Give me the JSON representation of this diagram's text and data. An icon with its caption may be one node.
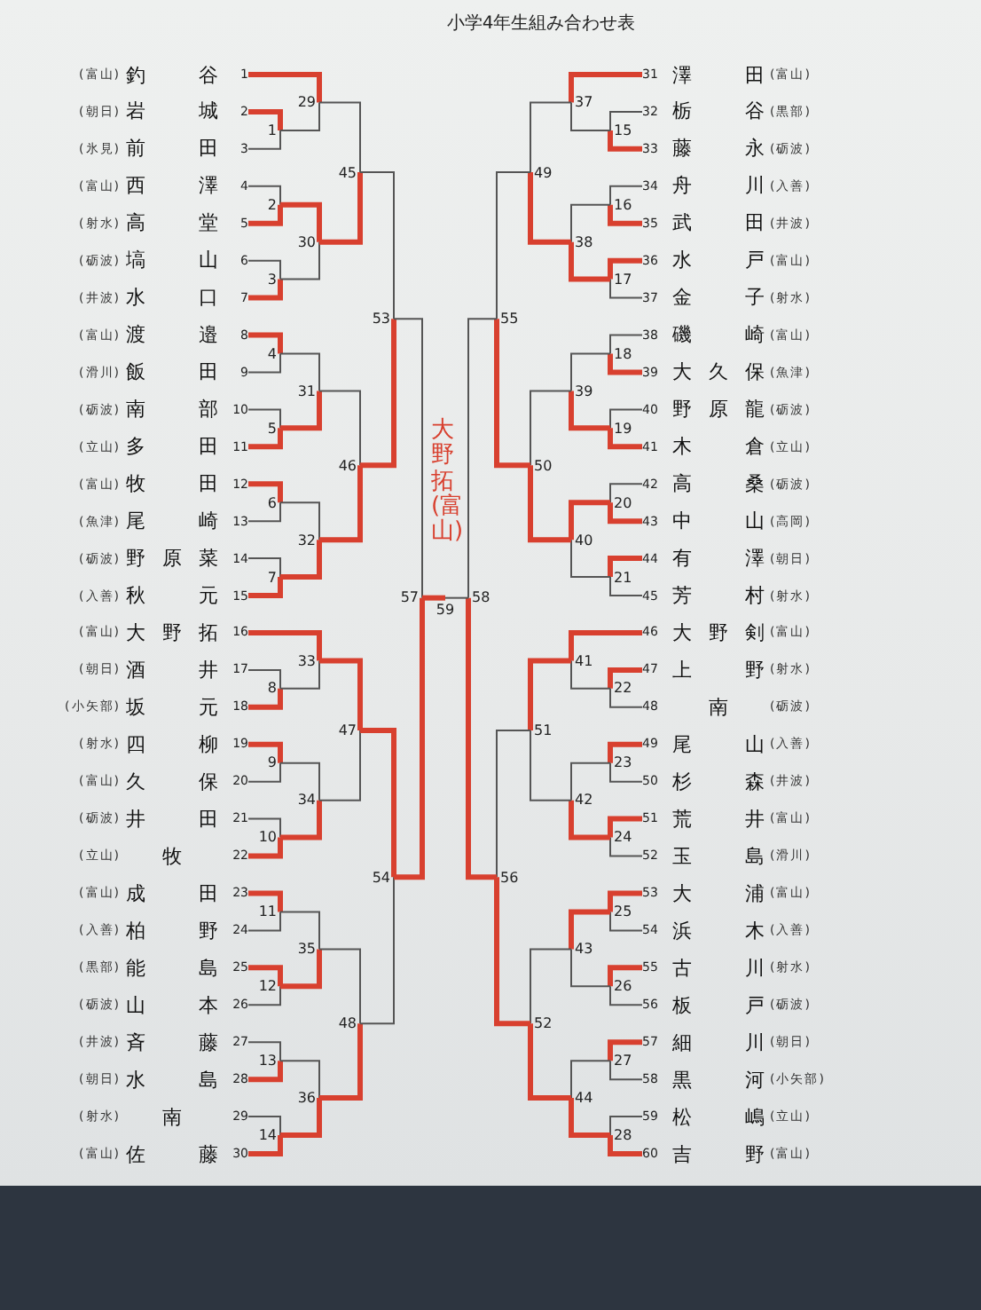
{
  "diagram": {
    "title": "小学4年生組み合わせ表",
    "nodes": [
      {
        "text": [
          "(富山)",
          "釣 谷",
          "1"
        ]
      },
      {
        "text": [
          "(朝日)",
          "岩 城",
          "2"
        ]
      },
      {
        "text": [
          "(氷見)",
          "前 田",
          "3"
        ]
      },
      {
        "text": [
          "(富山)",
          "西 澤",
          "4"
        ]
      },
      {
        "text": [
          "(射水)",
          "高 堂",
          "5"
        ]
      },
      {
        "text": [
          "(砺波)",
          "塙 山",
          "6"
        ]
      },
      {
        "text": [
          "(井波)",
          "水 口",
          "7"
        ]
      },
      {
        "text": [
          "(富山)",
          "渡 邉",
          "8"
        ]
      },
      {
        "text": [
          "(滑川)",
          "飯 田",
          "9"
        ]
      },
      {
        "text": [
          "(砺波)",
          "南 部",
          "10"
        ]
      },
      {
        "text": [
          "(立山)",
          "多 田",
          "11"
        ]
      },
      {
        "text": [
          "(富山)",
          "牧 田",
          "12"
        ]
      },
      {
        "text": [
          "(魚津)",
          "尾 崎",
          "13"
        ]
      },
      {
        "text": [
          "(砺波)",
          "野 原 菜",
          "14"
        ]
      },
      {
        "text": [
          "(入善)",
          "秋 元",
          "15"
        ]
      },
      {
        "text": [
          "(富山)",
          "大 野 拓",
          "16"
        ]
      },
      {
        "text": [
          "(朝日)",
          "酒 井",
          "17"
        ]
      },
      {
        "text": [
          "(小矢部)",
          "坂 元",
          "18"
        ]
      },
      {
        "text": [
          "(射水)",
          "四 柳",
          "19"
        ]
      },
      {
        "text": [
          "(富山)",
          "久 保",
          "20"
        ]
      },
      {
        "text": [
          "(砺波)",
          "井 田",
          "21"
        ]
      },
      {
        "text": [
          "(立山)",
          "牧",
          "22"
        ]
      },
      {
        "text": [
          "(富山)",
          "成 田",
          "23"
        ]
      },
      {
        "text": [
          "(入善)",
          "柏 野",
          "24"
        ]
      },
      {
        "text": [
          "(黒部)",
          "能 島",
          "25"
        ]
      },
      {
        "text": [
          "(砺波)",
          "山 本",
          "26"
        ]
      },
      {
        "text": [
          "(井波)",
          "斉 藤",
          "27"
        ]
      },
      {
        "text": [
          "(朝日)",
          "水 島",
          "28"
        ]
      },
      {
        "text": [
          "(射水)",
          "南",
          "29"
        ]
      },
      {
        "text": [
          "(富山)",
          "佐 藤",
          "30"
        ]
      },
      {
        "text": [
          "31",
          "澤 田",
          "(富山)"
        ]
      },
      {
        "text": [
          "32",
          "栃 谷",
          "(黒部)"
        ]
      },
      {
        "text": [
          "33",
          "藤 永",
          "(砺波)"
        ]
      },
      {
        "text": [
          "34",
          "舟 川",
          "(入善)"
        ]
      },
      {
        "text": [
          "35",
          "武 田",
          "(井波)"
        ]
      },
      {
        "text": [
          "36",
          "水 戸",
          "(富山)"
        ]
      },
      {
        "text": [
          "37",
          "金 子",
          "(射水)"
        ]
      },
      {
        "text": [
          "38",
          "磯 崎",
          "(富山)"
        ]
      },
      {
        "text": [
          "39",
          "大 久 保",
          "(魚津)"
        ]
      },
      {
        "text": [
          "40",
          "野 原 龍",
          "(砺波)"
        ]
      },
      {
        "text": [
          "41",
          "木 倉",
          "(立山)"
        ]
      },
      {
        "text": [
          "42",
          "高 桑",
          "(砺波)"
        ]
      },
      {
        "text": [
          "43",
          "中 山",
          "(高岡)"
        ]
      },
      {
        "text": [
          "44",
          "有 澤",
          "(朝日)"
        ]
      },
      {
        "text": [
          "45",
          "芳 村",
          "(射水)"
        ]
      },
      {
        "text": [
          "46",
          "大 野 剣",
          "(富山)"
        ]
      },
      {
        "text": [
          "47",
          "上 野",
          "(射水)"
        ]
      },
      {
        "text": [
          "48",
          "南",
          "(砺波)"
        ]
      },
      {
        "text": [
          "49",
          "尾 山",
          "(入善)"
        ]
      },
      {
        "text": [
          "50",
          "杉 森",
          "(井波)"
        ]
      },
      {
        "text": [
          "51",
          "荒 井",
          "(富山)"
        ]
      },
      {
        "text": [
          "52",
          "玉 島",
          "(滑川)"
        ]
      },
      {
        "text": [
          "53",
          "大 浦",
          "(富山)"
        ]
      },
      {
        "text": [
          "54",
          "浜 木",
          "(入善)"
        ]
      },
      {
        "text": [
          "55",
          "古 川",
          "(射水)"
        ]
      },
      {
        "text": [
          "56",
          "板 戸",
          "(砺波)"
        ]
      },
      {
        "text": [
          "57",
          "細 川",
          "(朝日)"
        ]
      },
      {
        "text": [
          "58",
          "黒 河",
          "(小矢部)"
        ]
      },
      {
        "text": [
          "59",
          "松 嶋",
          "(立山)"
        ]
      },
      {
        "text": [
          "60",
          "吉 野",
          "(富山)"
        ]
      },
      {
        "text": [
          "1"
        ]
      },
      {
        "text": [
          "2"
        ]
      },
      {
        "text": [
          "3"
        ]
      },
      {
        "text": [
          "4"
        ]
      },
      {
        "text": [
          "5"
        ]
      },
      {
        "text": [
          "6"
        ]
      },
      {
        "text": [
          "7"
        ]
      },
      {
        "text": [
          "8"
        ]
      },
      {
        "text": [
          "9"
        ]
      },
      {
        "text": [
          "10"
        ]
      },
      {
        "text": [
          "11"
        ]
      },
      {
        "text": [
          "12"
        ]
      },
      {
        "text": [
          "13"
        ]
      },
      {
        "text": [
          "14"
        ]
      },
      {
        "text": [
          "15"
        ]
      },
      {
        "text": [
          "16"
        ]
      },
      {
        "text": [
          "17"
        ]
      },
      {
        "text": [
          "18"
        ]
      },
      {
        "text": [
          "19"
        ]
      },
      {
        "text": [
          "20"
        ]
      },
      {
        "text": [
          "21"
        ]
      },
      {
        "text": [
          "22"
        ]
      },
      {
        "text": [
          "23"
        ]
      },
      {
        "text": [
          "24"
        ]
      },
      {
        "text": [
          "25"
        ]
      },
      {
        "text": [
          "26"
        ]
      },
      {
        "text": [
          "27"
        ]
      },
      {
        "text": [
          "28"
        ]
      },
      {
        "text": [
          "29"
        ]
      },
      {
        "text": [
          "30"
        ]
      },
      {
        "text": [
          "31"
        ]
      },
      {
        "text": [
          "32"
        ]
      },
      {
        "text": [
          "33"
        ]
      },
      {
        "text": [
          "34"
        ]
      },
      {
        "text": [
          "35"
        ]
      },
      {
        "text": [
          "36"
        ]
      },
      {
        "text": [
          "37"
        ]
      },
      {
        "text": [
          "38"
        ]
      },
      {
        "text": [
          "39"
        ]
      },
      {
        "text": [
          "40"
        ]
      },
      {
        "text": [
          "41"
        ]
      },
      {
        "text": [
          "42"
        ]
      },
      {
        "text": [
          "43"
        ]
      },
      {
        "text": [
          "44"
        ]
      },
      {
        "text": [
          "45"
        ]
      },
      {
        "text": [
          "46"
        ]
      },
      {
        "text": [
          "47"
        ]
      },
      {
        "text": [
          "48"
        ]
      },
      {
        "text": [
          "49"
        ]
      },
      {
        "text": [
          "50"
        ]
      },
      {
        "text": [
          "51"
        ]
      },
      {
        "text": [
          "52"
        ]
      },
      {
        "text": [
          "53"
        ]
      },
      {
        "text": [
          "54"
        ]
      },
      {
        "text": [
          "55"
        ]
      },
      {
        "text": [
          "56"
        ]
      },
      {
        "text": [
          "57"
        ]
      },
      {
        "text": [
          "58"
        ]
      },
      {
        "text": [
          "59"
        ]
      }
    ],
    "edges": [
      {
        "from": 1,
        "to": 60,
        "arrow": "none",
        "style": "thick",
        "color": "#d8402f"
      },
      {
        "from": 2,
        "to": 60,
        "arrow": "none",
        "color": "#555555"
      },
      {
        "from": 3,
        "to": 61,
        "arrow": "none",
        "color": "#555555"
      },
      {
        "from": 4,
        "to": 61,
        "arrow": "none",
        "style": "thick",
        "color": "#d8402f"
      },
      {
        "from": 5,
        "to": 62,
        "arrow": "none",
        "color": "#555555"
      },
      {
        "from": 6,
        "to": 62,
        "arrow": "none",
        "style": "thick",
        "color": "#d8402f"
      },
      {
        "from": 7,
        "to": 63,
        "arrow": "none",
        "style": "thick",
        "color": "#d8402f"
      },
      {
        "from": 8,
        "to": 63,
        "arrow": "none",
        "color": "#555555"
      },
      {
        "from": 9,
        "to": 64,
        "arrow": "none",
        "color": "#555555"
      },
      {
        "from": 10,
        "to": 64,
        "arrow": "none",
        "style": "thick",
        "color": "#d8402f"
      },
      {
        "from": 11,
        "to": 65,
        "arrow": "none",
        "style": "thick",
        "color": "#d8402f"
      },
      {
        "from": 12,
        "to": 65,
        "arrow": "none",
        "color": "#555555"
      },
      {
        "from": 13,
        "to": 66,
        "arrow": "none",
        "color": "#555555"
      },
      {
        "from": 14,
        "to": 66,
        "arrow": "none",
        "style": "thick",
        "color": "#d8402f"
      },
      {
        "from": 16,
        "to": 67,
        "arrow": "none",
        "color": "#555555"
      },
      {
        "from": 17,
        "to": 67,
        "arrow": "none",
        "style": "thick",
        "color": "#d8402f"
      },
      {
        "from": 18,
        "to": 68,
        "arrow": "none",
        "style": "thick",
        "color": "#d8402f"
      },
      {
        "from": 19,
        "to": 68,
        "arrow": "none",
        "color": "#555555"
      },
      {
        "from": 20,
        "to": 69,
        "arrow": "none",
        "color": "#555555"
      },
      {
        "from": 21,
        "to": 69,
        "arrow": "none",
        "style": "thick",
        "color": "#d8402f"
      },
      {
        "from": 22,
        "to": 70,
        "arrow": "none",
        "style": "thick",
        "color": "#d8402f"
      },
      {
        "from": 23,
        "to": 70,
        "arrow": "none",
        "color": "#555555"
      },
      {
        "from": 24,
        "to": 71,
        "arrow": "none",
        "style": "thick",
        "color": "#d8402f"
      },
      {
        "from": 25,
        "to": 71,
        "arrow": "none",
        "color": "#555555"
      },
      {
        "from": 26,
        "to": 72,
        "arrow": "none",
        "color": "#555555"
      },
      {
        "from": 27,
        "to": 72,
        "arrow": "none",
        "style": "thick",
        "color": "#d8402f"
      },
      {
        "from": 28,
        "to": 73,
        "arrow": "none",
        "color": "#555555"
      },
      {
        "from": 29,
        "to": 73,
        "arrow": "none",
        "style": "thick",
        "color": "#d8402f"
      },
      {
        "from": 31,
        "to": 74,
        "arrow": "none",
        "color": "#555555"
      },
      {
        "from": 32,
        "to": 74,
        "arrow": "none",
        "style": "thick",
        "color": "#d8402f"
      },
      {
        "from": 33,
        "to": 75,
        "arrow": "none",
        "color": "#555555"
      },
      {
        "from": 34,
        "to": 75,
        "arrow": "none",
        "style": "thick",
        "color": "#d8402f"
      },
      {
        "from": 35,
        "to": 76,
        "arrow": "none",
        "style": "thick",
        "color": "#d8402f"
      },
      {
        "from": 36,
        "to": 76,
        "arrow": "none",
        "color": "#555555"
      },
      {
        "from": 37,
        "to": 77,
        "arrow": "none",
        "color": "#555555"
      },
      {
        "from": 38,
        "to": 77,
        "arrow": "none",
        "style": "thick",
        "color": "#d8402f"
      },
      {
        "from": 39,
        "to": 78,
        "arrow": "none",
        "color": "#555555"
      },
      {
        "from": 40,
        "to": 78,
        "arrow": "none",
        "style": "thick",
        "color": "#d8402f"
      },
      {
        "from": 41,
        "to": 79,
        "arrow": "none",
        "color": "#555555"
      },
      {
        "from": 42,
        "to": 79,
        "arrow": "none",
        "style": "thick",
        "color": "#d8402f"
      },
      {
        "from": 43,
        "to": 80,
        "arrow": "none",
        "style": "thick",
        "color": "#d8402f"
      },
      {
        "from": 44,
        "to": 80,
        "arrow": "none",
        "color": "#555555"
      },
      {
        "from": 46,
        "to": 81,
        "arrow": "none",
        "style": "thick",
        "color": "#d8402f"
      },
      {
        "from": 47,
        "to": 81,
        "arrow": "none",
        "color": "#555555"
      },
      {
        "from": 48,
        "to": 82,
        "arrow": "none",
        "style": "thick",
        "color": "#d8402f"
      },
      {
        "from": 49,
        "to": 82,
        "arrow": "none",
        "color": "#555555"
      },
      {
        "from": 50,
        "to": 83,
        "arrow": "none",
        "style": "thick",
        "color": "#d8402f"
      },
      {
        "from": 51,
        "to": 83,
        "arrow": "none",
        "color": "#555555"
      },
      {
        "from": 52,
        "to": 84,
        "arrow": "none",
        "style": "thick",
        "color": "#d8402f"
      },
      {
        "from": 53,
        "to": 84,
        "arrow": "none",
        "color": "#555555"
      },
      {
        "from": 54,
        "to": 85,
        "arrow": "none",
        "style": "thick",
        "color": "#d8402f"
      },
      {
        "from": 55,
        "to": 85,
        "arrow": "none",
        "color": "#555555"
      },
      {
        "from": 56,
        "to": 86,
        "arrow": "none",
        "style": "thick",
        "color": "#d8402f"
      },
      {
        "from": 57,
        "to": 86,
        "arrow": "none",
        "color": "#555555"
      },
      {
        "from": 58,
        "to": 87,
        "arrow": "none",
        "color": "#555555"
      },
      {
        "from": 59,
        "to": 87,
        "arrow": "none",
        "style": "thick",
        "color": "#d8402f"
      },
      {
        "from": 0,
        "to": 88,
        "arrow": "none",
        "style": "thick",
        "color": "#d8402f"
      },
      {
        "from": 60,
        "to": 88,
        "arrow": "none",
        "color": "#555555"
      },
      {
        "from": 61,
        "to": 89,
        "arrow": "none",
        "style": "thick",
        "color": "#d8402f"
      },
      {
        "from": 62,
        "to": 89,
        "arrow": "none",
        "color": "#555555"
      },
      {
        "from": 63,
        "to": 90,
        "arrow": "none",
        "color": "#555555"
      },
      {
        "from": 64,
        "to": 90,
        "arrow": "none",
        "style": "thick",
        "color": "#d8402f"
      },
      {
        "from": 65,
        "to": 91,
        "arrow": "none",
        "color": "#555555"
      },
      {
        "from": 66,
        "to": 91,
        "arrow": "none",
        "style": "thick",
        "color": "#d8402f"
      },
      {
        "from": 15,
        "to": 92,
        "arrow": "none",
        "style": "thick",
        "color": "#d8402f"
      },
      {
        "from": 67,
        "to": 92,
        "arrow": "none",
        "color": "#555555"
      },
      {
        "from": 68,
        "to": 93,
        "arrow": "none",
        "color": "#555555"
      },
      {
        "from": 69,
        "to": 93,
        "arrow": "none",
        "style": "thick",
        "color": "#d8402f"
      },
      {
        "from": 70,
        "to": 94,
        "arrow": "none",
        "color": "#555555"
      },
      {
        "from": 71,
        "to": 94,
        "arrow": "none",
        "style": "thick",
        "color": "#d8402f"
      },
      {
        "from": 72,
        "to": 95,
        "arrow": "none",
        "color": "#555555"
      },
      {
        "from": 73,
        "to": 95,
        "arrow": "none",
        "style": "thick",
        "color": "#d8402f"
      },
      {
        "from": 30,
        "to": 96,
        "arrow": "none",
        "style": "thick",
        "color": "#d8402f"
      },
      {
        "from": 74,
        "to": 96,
        "arrow": "none",
        "color": "#555555"
      },
      {
        "from": 75,
        "to": 97,
        "arrow": "none",
        "color": "#555555"
      },
      {
        "from": 76,
        "to": 97,
        "arrow": "none",
        "style": "thick",
        "color": "#d8402f"
      },
      {
        "from": 77,
        "to": 98,
        "arrow": "none",
        "color": "#555555"
      },
      {
        "from": 78,
        "to": 98,
        "arrow": "none",
        "style": "thick",
        "color": "#d8402f"
      },
      {
        "from": 79,
        "to": 99,
        "arrow": "none",
        "style": "thick",
        "color": "#d8402f"
      },
      {
        "from": 80,
        "to": 99,
        "arrow": "none",
        "color": "#555555"
      },
      {
        "from": 45,
        "to": 100,
        "arrow": "none",
        "style": "thick",
        "color": "#d8402f"
      },
      {
        "from": 81,
        "to": 100,
        "arrow": "none",
        "color": "#555555"
      },
      {
        "from": 82,
        "to": 101,
        "arrow": "none",
        "color": "#555555"
      },
      {
        "from": 83,
        "to": 101,
        "arrow": "none",
        "style": "thick",
        "color": "#d8402f"
      },
      {
        "from": 84,
        "to": 102,
        "arrow": "none",
        "style": "thick",
        "color": "#d8402f"
      },
      {
        "from": 85,
        "to": 102,
        "arrow": "none",
        "color": "#555555"
      },
      {
        "from": 86,
        "to": 103,
        "arrow": "none",
        "color": "#555555"
      },
      {
        "from": 87,
        "to": 103,
        "arrow": "none",
        "style": "thick",
        "color": "#d8402f"
      },
      {
        "from": 88,
        "to": 104,
        "arrow": "none",
        "color": "#555555"
      },
      {
        "from": 89,
        "to": 104,
        "arrow": "none",
        "style": "thick",
        "color": "#d8402f"
      },
      {
        "from": 90,
        "to": 105,
        "arrow": "none",
        "color": "#555555"
      },
      {
        "from": 91,
        "to": 105,
        "arrow": "none",
        "style": "thick",
        "color": "#d8402f"
      },
      {
        "from": 92,
        "to": 106,
        "arrow": "none",
        "style": "thick",
        "color": "#d8402f"
      },
      {
        "from": 93,
        "to": 106,
        "arrow": "none",
        "color": "#555555"
      },
      {
        "from": 94,
        "to": 107,
        "arrow": "none",
        "color": "#555555"
      },
      {
        "from": 95,
        "to": 107,
        "arrow": "none",
        "style": "thick",
        "color": "#d8402f"
      },
      {
        "from": 96,
        "to": 108,
        "arrow": "none",
        "color": "#555555"
      },
      {
        "from": 97,
        "to": 108,
        "arrow": "none",
        "style": "thick",
        "color": "#d8402f"
      },
      {
        "from": 98,
        "to": 109,
        "arrow": "none",
        "color": "#555555"
      },
      {
        "from": 99,
        "to": 109,
        "arrow": "none",
        "style": "thick",
        "color": "#d8402f"
      },
      {
        "from": 100,
        "to": 110,
        "arrow": "none",
        "style": "thick",
        "color": "#d8402f"
      },
      {
        "from": 101,
        "to": 110,
        "arrow": "none",
        "color": "#555555"
      },
      {
        "from": 102,
        "to": 111,
        "arrow": "none",
        "color": "#555555"
      },
      {
        "from": 103,
        "to": 111,
        "arrow": "none",
        "style": "thick",
        "color": "#d8402f"
      },
      {
        "from": 104,
        "to": 112,
        "arrow": "none",
        "color": "#555555"
      },
      {
        "from": 105,
        "to": 112,
        "arrow": "none",
        "style": "thick",
        "color": "#d8402f"
      },
      {
        "from": 106,
        "to": 113,
        "arrow": "none",
        "style": "thick",
        "color": "#d8402f"
      },
      {
        "from": 107,
        "to": 113,
        "arrow": "none",
        "color": "#555555"
      },
      {
        "from": 108,
        "to": 114,
        "arrow": "none",
        "color": "#555555"
      },
      {
        "from": 109,
        "to": 114,
        "arrow": "none",
        "style": "thick",
        "color": "#d8402f"
      },
      {
        "from": 110,
        "to": 115,
        "arrow": "none",
        "color": "#555555"
      },
      {
        "from": 111,
        "to": 115,
        "arrow": "none",
        "style": "thick",
        "color": "#d8402f"
      },
      {
        "from": 112,
        "to": 116,
        "arrow": "none",
        "color": "#555555"
      },
      {
        "from": 113,
        "to": 116,
        "arrow": "none",
        "style": "thick",
        "color": "#d8402f"
      },
      {
        "from": 114,
        "to": 117,
        "arrow": "none",
        "color": "#555555"
      },
      {
        "from": 115,
        "to": 117,
        "arrow": "none",
        "style": "thick",
        "color": "#d8402f"
      },
      {
        "from": 116,
        "to": 118,
        "arrow": "none",
        "style": "thick",
        "color": "#d8402f"
      },
      {
        "from": 117,
        "to": 118,
        "arrow": "none",
        "color": "#555555"
      }
    ],
    "labels": [
      "大野拓(富山)"
    ]
  }
}
